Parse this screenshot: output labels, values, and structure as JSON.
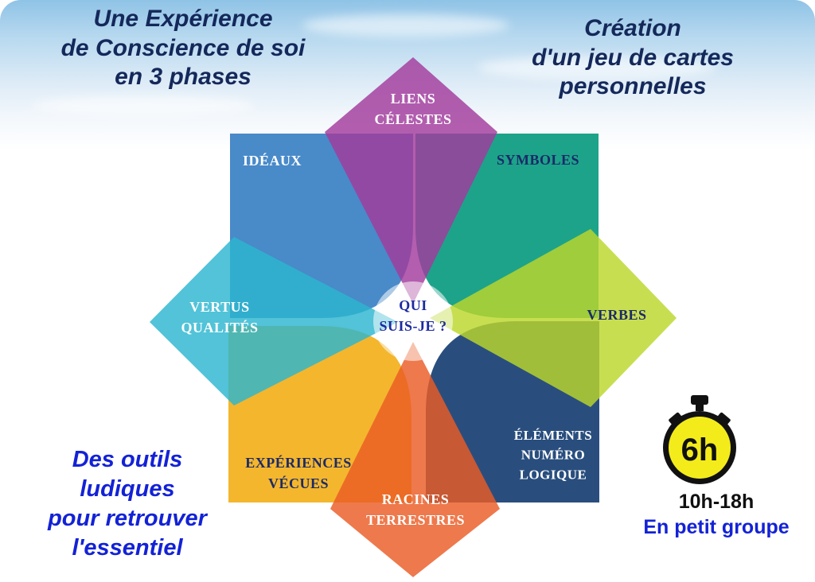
{
  "header": {
    "top_left_lines": [
      "Une Expérience",
      "de Conscience de soi",
      "en 3 phases"
    ],
    "top_right_lines": [
      "Création",
      "d'un jeu de cartes",
      "personnelles"
    ]
  },
  "footer": {
    "bottom_left_lines": [
      "Des outils",
      "ludiques",
      "pour retrouver",
      "l'essentiel"
    ]
  },
  "diagram": {
    "center_lines": [
      "QUI",
      "SUIS-JE ?"
    ],
    "petals": [
      {
        "id": "liens",
        "lines": [
          "LIENS",
          "CÉLESTES"
        ],
        "color": "#a23a9c"
      },
      {
        "id": "symboles",
        "lines": [
          "SYMBOLES"
        ],
        "color": "#119e84"
      },
      {
        "id": "verbes",
        "lines": [
          "VERBES"
        ],
        "color": "#bcd72b"
      },
      {
        "id": "elements",
        "lines": [
          "ÉLÉMENTS",
          "NUMÉRO",
          "LOGIQUE"
        ],
        "color": "#1d4577"
      },
      {
        "id": "racines",
        "lines": [
          "RACINES",
          "TERRESTRES"
        ],
        "color": "#ea5b25"
      },
      {
        "id": "experiences",
        "lines": [
          "EXPÉRIENCES",
          "VÉCUES"
        ],
        "color": "#f3b222"
      },
      {
        "id": "vertus",
        "lines": [
          "VERTUS",
          "QUALITÉS"
        ],
        "color": "#2cb6cf"
      },
      {
        "id": "ideaux",
        "lines": [
          "IDÉAUX"
        ],
        "color": "#3f84c6"
      }
    ]
  },
  "timer": {
    "duration": "6h",
    "hours": "10h-18h",
    "group": "En petit groupe",
    "face_color": "#f4ec1a"
  }
}
